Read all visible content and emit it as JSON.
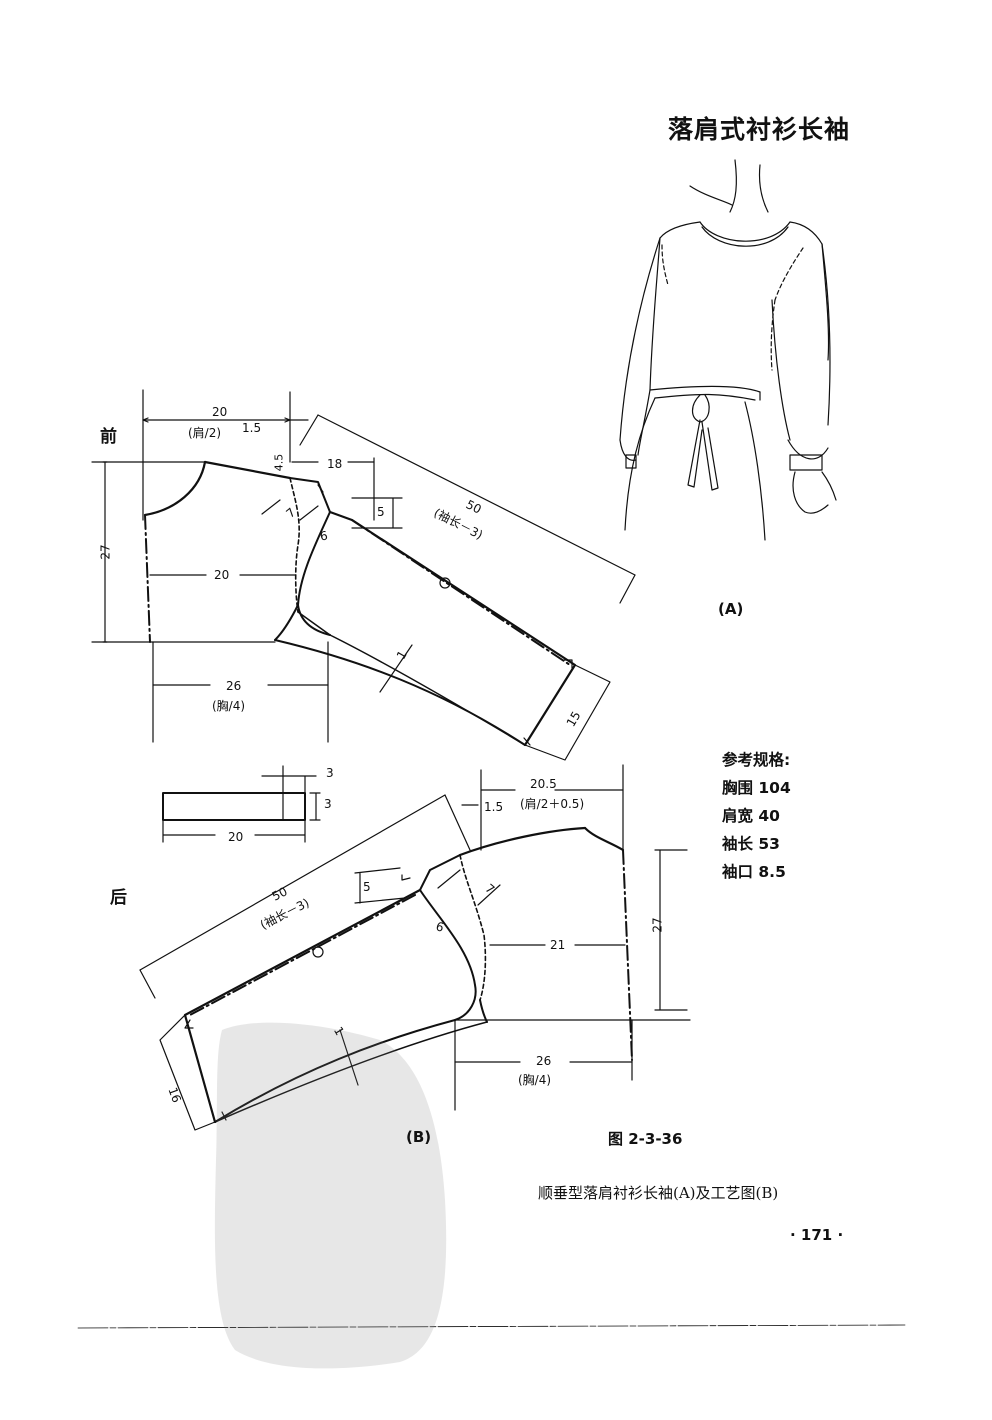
{
  "title": "落肩式衬衫长袖",
  "label_front": "前",
  "label_back": "后",
  "label_a": "(A)",
  "label_b": "(B)",
  "figure_number": "图 2-3-36",
  "caption": "顺垂型落肩衬衫长袖(A)及工艺图(B)",
  "page_number": "· 171 ·",
  "specs": {
    "heading": "参考规格:",
    "items": [
      "胸围 104",
      "肩宽 40",
      "袖长 53",
      "袖口 8.5"
    ]
  },
  "front_dims": {
    "shoulder_num": "20",
    "shoulder_formula": "(肩/2)",
    "shoulder_ext": "1.5",
    "drop": "4.5",
    "sleeve_18": "18",
    "cap_5": "5",
    "cap_7": "7",
    "cap_6": "6",
    "sleeve_len_num": "50",
    "sleeve_len_formula": "(袖长－3)",
    "height": "27",
    "mid_width": "20",
    "hem_1": "1",
    "cuff_15": "15",
    "chest_num": "26",
    "chest_formula": "(胸/4)"
  },
  "cuff_dims": {
    "w": "3",
    "h": "3",
    "len": "20"
  },
  "back_dims": {
    "shoulder_num": "20.5",
    "shoulder_formula": "(肩/2＋0.5)",
    "shoulder_ext": "1.5",
    "sleeve_len_num": "50",
    "sleeve_len_formula": "(袖长－3)",
    "cap_5": "5",
    "cap_7": "7",
    "cap_6": "6",
    "mid_width": "21",
    "height": "27",
    "hem_1": "1",
    "cuff_16": "16",
    "chest_num": "26",
    "chest_formula": "(胸/4)"
  }
}
